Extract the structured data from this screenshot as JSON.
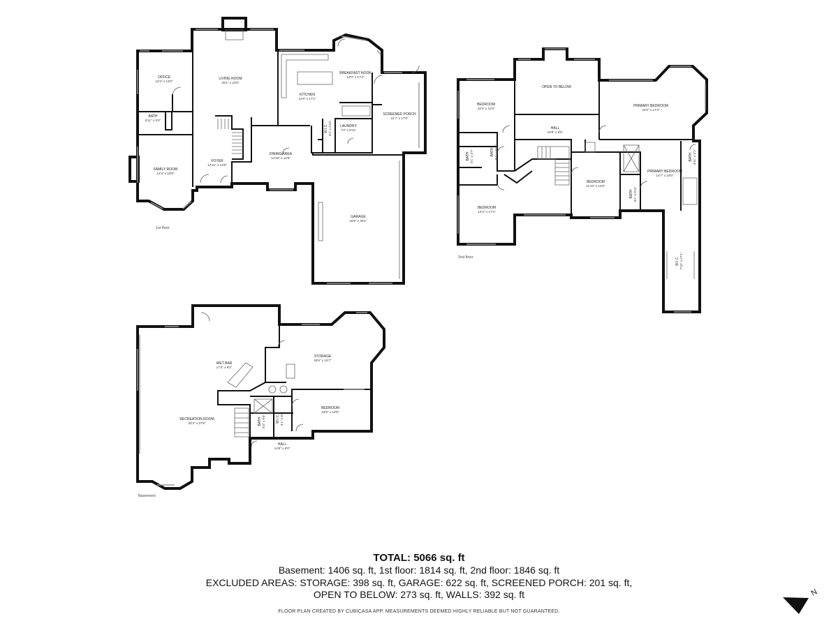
{
  "floors": [
    {
      "id": "first",
      "label": "1st floor",
      "rooms": [
        {
          "key": "office",
          "name": "OFFICE",
          "dims": "12'4\" x 13'0\""
        },
        {
          "key": "living",
          "name": "LIVING ROOM",
          "dims": "25'1\" x 23'5\""
        },
        {
          "key": "kitchen",
          "name": "KITCHEN",
          "dims": "12'6\" x 17'1\""
        },
        {
          "key": "nook",
          "name": "BREAKFAST NOOK",
          "dims": "12'0\" x 17'4\""
        },
        {
          "key": "porch",
          "name": "SCREENED PORCH",
          "dims": "11'7\" x 17'9\""
        },
        {
          "key": "bath",
          "name": "BATH",
          "dims": "5'11\" x 3'4\""
        },
        {
          "key": "family",
          "name": "FAMILY ROOM",
          "dims": "12'4\" x 18'8\""
        },
        {
          "key": "foyer",
          "name": "FOYER",
          "dims": "12'11\" x 12'6\""
        },
        {
          "key": "dining",
          "name": "DINING AREA",
          "dims": "14'10\" x 14'6\""
        },
        {
          "key": "laundry",
          "name": "LAUNDRY",
          "dims": "7'3\" x 8'11\""
        },
        {
          "key": "wic",
          "name": "W.I.C.",
          "dims": "3'2\" x 4'10\""
        },
        {
          "key": "garage",
          "name": "GARAGE",
          "dims": "20'8\" x 30'1\""
        }
      ]
    },
    {
      "id": "second",
      "label": "2nd floor",
      "rooms": [
        {
          "key": "bed_nw",
          "name": "BEDROOM",
          "dims": "12'4\" x 11'9\""
        },
        {
          "key": "otb",
          "name": "OPEN TO BELOW",
          "dims": ""
        },
        {
          "key": "primary",
          "name": "PRIMARY BEDROOM",
          "dims": "24'6\" x 17'4\""
        },
        {
          "key": "hall",
          "name": "HALL",
          "dims": "19'8\" x 6'5\""
        },
        {
          "key": "bath_a",
          "name": "BATH",
          "dims": "8'4\" x 6'11\""
        },
        {
          "key": "bath_b",
          "name": "BATH",
          "dims": "5'1\" x 4'7\""
        },
        {
          "key": "bed_mid",
          "name": "BEDROOM",
          "dims": "11'10\" x 16'0\""
        },
        {
          "key": "primary2",
          "name": "PRIMARY BEDROOM",
          "dims": "14'7\" x 16'0\""
        },
        {
          "key": "bath_p",
          "name": "BATH",
          "dims": "6'2\" x 9'11\""
        },
        {
          "key": "bath_s",
          "name": "BATH",
          "dims": "4'11\" x 3'1\""
        },
        {
          "key": "bed_sw",
          "name": "BEDROOM",
          "dims": "12'4\" x 17'4\""
        },
        {
          "key": "wic2",
          "name": "W.I.C.",
          "dims": "7'10\" x 27'1\""
        }
      ]
    },
    {
      "id": "basement",
      "label": "Basement",
      "rooms": [
        {
          "key": "wetbar",
          "name": "WET BAR",
          "dims": "17'3\" x 9'2\""
        },
        {
          "key": "storage",
          "name": "STORAGE",
          "dims": "28'5\" x 15'7\""
        },
        {
          "key": "bedroom",
          "name": "BEDROOM",
          "dims": "18'5\" x 10'9\""
        },
        {
          "key": "rec",
          "name": "RECREATION ROOM",
          "dims": "32'4\" x 37'8\""
        },
        {
          "key": "bath",
          "name": "BATH",
          "dims": "5'3\" x 9'4\""
        },
        {
          "key": "wic",
          "name": "W.I.C.",
          "dims": "4'1\" x 8'2\""
        },
        {
          "key": "hall",
          "name": "HALL",
          "dims": "14'6\" x 9'0\""
        }
      ]
    }
  ],
  "summary": {
    "total": "TOTAL: 5066 sq. ft",
    "line1": "Basement: 1406 sq. ft, 1st floor: 1814 sq. ft, 2nd floor: 1846 sq. ft",
    "line2": "EXCLUDED AREAS: STORAGE: 398 sq. ft, GARAGE: 622 sq. ft, SCREENED PORCH: 201 sq. ft,",
    "line3": "OPEN TO BELOW: 273 sq. ft, WALLS: 392 sq. ft",
    "credit": "FLOOR PLAN CREATED BY CUBICASA APP. MEASUREMENTS DEEMED HIGHLY RELIABLE BUT NOT GUARANTEED."
  },
  "compass": {
    "label": "N",
    "icon": "north-arrow-icon"
  }
}
